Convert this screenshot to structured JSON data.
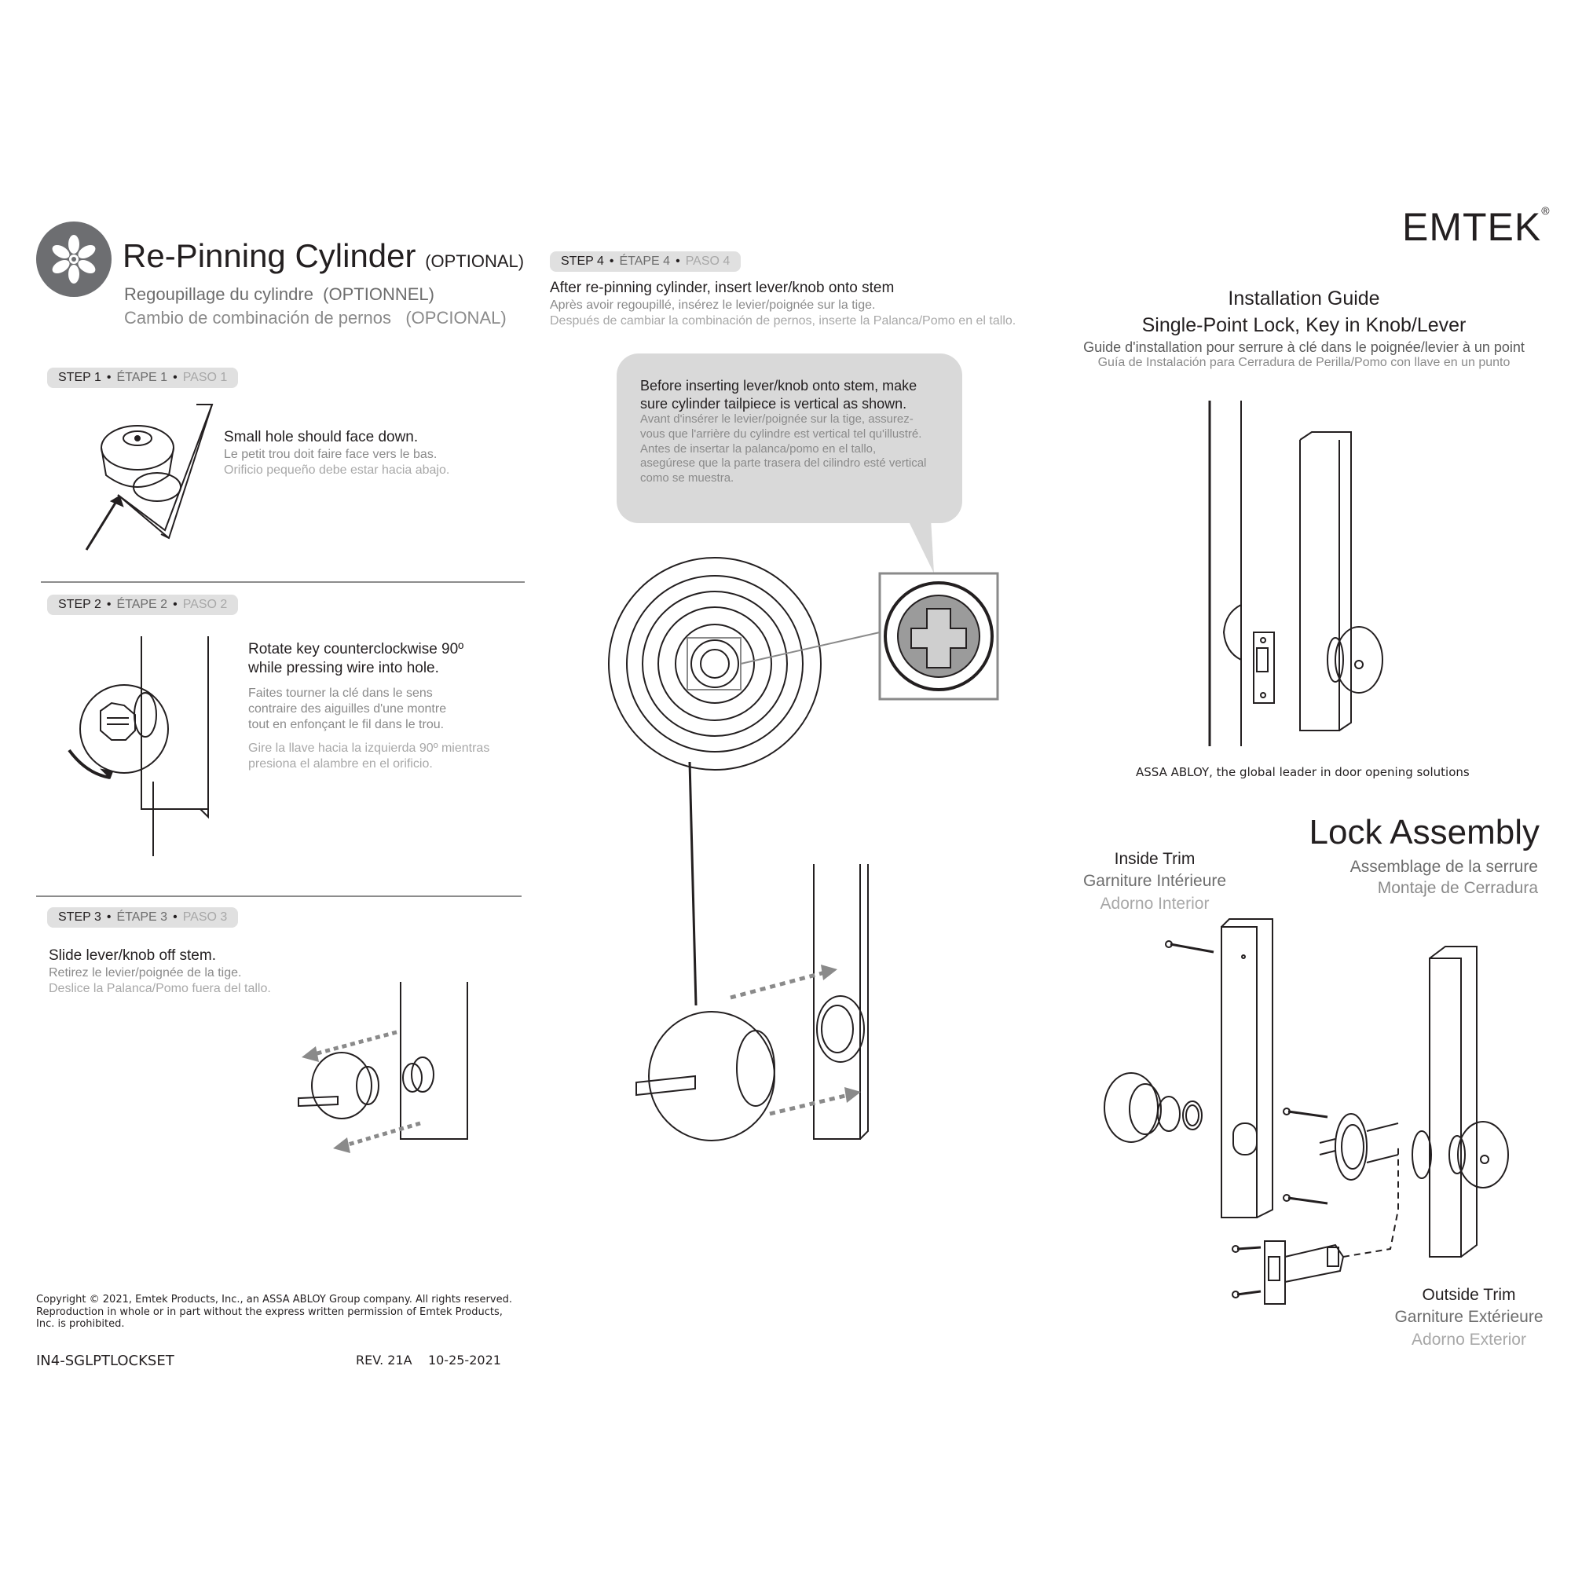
{
  "brand": {
    "name": "EMTEK",
    "registered": "®"
  },
  "header": {
    "title": "Re-Pinning Cylinder",
    "title_optional": "(OPTIONAL)",
    "subtitle_fr": "Regoupillage du cylindre",
    "subtitle_fr_optional": "(OPTIONNEL)",
    "subtitle_es": "Cambio de combinación de pernos",
    "subtitle_es_optional": "(OPCIONAL)"
  },
  "steps": [
    {
      "label_en": "STEP 1",
      "label_fr": "ÉTAPE 1",
      "label_es": "PASO 1",
      "en": "Small hole should face down.",
      "fr": "Le petit trou doit faire face vers le bas.",
      "es": "Orificio pequeño debe estar hacia abajo."
    },
    {
      "label_en": "STEP 2",
      "label_fr": "ÉTAPE 2",
      "label_es": "PASO 2",
      "en_line1": "Rotate key counterclockwise 90º",
      "en_line2": "while pressing wire into hole.",
      "fr_line1": "Faites tourner la clé dans le sens",
      "fr_line2": "contraire des aiguilles d'une montre",
      "fr_line3": "tout en enfonçant le fil dans le trou.",
      "es_line1": "Gire la llave hacia la izquierda 90º mientras",
      "es_line2": "presiona el alambre en el orificio."
    },
    {
      "label_en": "STEP 3",
      "label_fr": "ÉTAPE 3",
      "label_es": "PASO 3",
      "en": "Slide lever/knob off stem.",
      "fr": "Retirez le levier/poignée de la tige.",
      "es": "Deslice la Palanca/Pomo fuera del tallo."
    },
    {
      "label_en": "STEP 4",
      "label_fr": "ÉTAPE 4",
      "label_es": "PASO 4",
      "en": "After re-pinning cylinder, insert lever/knob onto stem",
      "fr": "Après avoir regoupillé, insérez le levier/poignée sur la tige.",
      "es": "Después de cambiar la combinación de pernos, inserte la Palanca/Pomo en el tallo."
    }
  ],
  "callout": {
    "en_line1": "Before inserting lever/knob onto stem, make",
    "en_line2": "sure cylinder tailpiece is vertical as shown.",
    "fr_line1": "Avant d'insérer le levier/poignée sur la tige, assurez-",
    "fr_line2": "vous que l'arrière du cylindre est vertical tel qu'illustré.",
    "es_line1": "Antes de insertar la palanca/pomo en el tallo,",
    "es_line2": "asegúrese que la parte trasera del cilindro esté vertical",
    "es_line3": "como se muestra."
  },
  "guide": {
    "title": "Installation Guide",
    "subtitle": "Single-Point Lock, Key in Knob/Lever",
    "fr": "Guide d'installation pour serrure à clé dans le poignée/levier à un point",
    "es": "Guía de Instalación para Cerradura de Perilla/Pomo con llave en un punto",
    "tagline": "ASSA ABLOY, the global leader in door opening solutions"
  },
  "assembly": {
    "title": "Lock Assembly",
    "fr": "Assemblage de la serrure",
    "es": "Montaje de Cerradura",
    "inside_en": "Inside Trim",
    "inside_fr": "Garniture Intérieure",
    "inside_es": "Adorno Interior",
    "outside_en": "Outside Trim",
    "outside_fr": "Garniture Extérieure",
    "outside_es": "Adorno Exterior"
  },
  "footer": {
    "copyright_line1": "Copyright © 2021, Emtek Products, Inc., an ASSA ABLOY Group company. All rights reserved.",
    "copyright_line2": "Reproduction in whole or in part without the express written permission of Emtek Products,",
    "copyright_line3": "Inc. is prohibited.",
    "doc_id": "IN4-SGLPTLOCKSET",
    "revision": "REV. 21A",
    "date": "10-25-2021"
  },
  "colors": {
    "text": "#231f20",
    "french": "#8a8a8a",
    "spanish": "#a8a8a8",
    "pill": "#e0e0e0",
    "callout": "#d9d9d9",
    "icon": "#6d6e71"
  },
  "icons": [
    "flower-icon",
    "arrow-icon"
  ]
}
